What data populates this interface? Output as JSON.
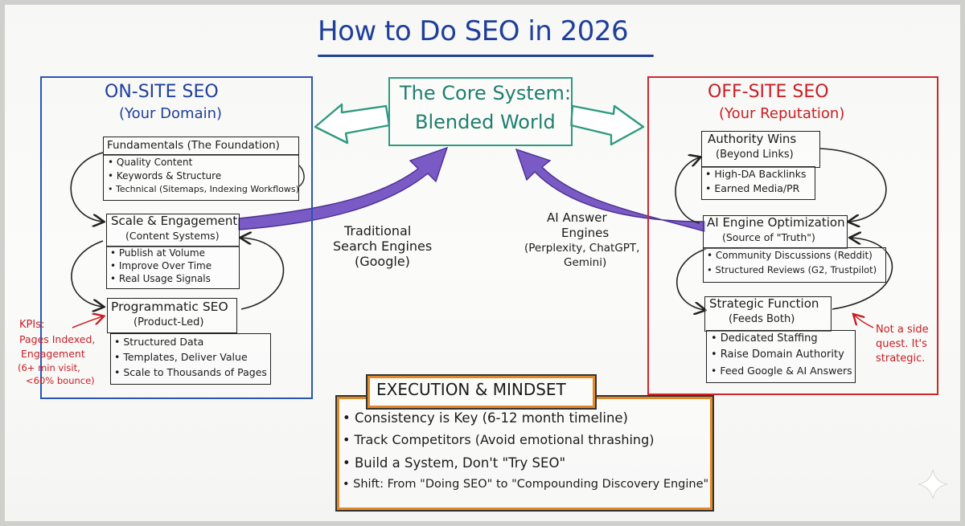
{
  "title": "How to Do SEO in 2026",
  "core": {
    "line1": "The Core System:",
    "line2": "Blended World"
  },
  "onsite": {
    "title": "ON-SITE SEO",
    "subtitle": "(Your Domain)",
    "fundamentals": {
      "header": "Fundamentals (The Foundation)",
      "items": [
        "• Quality Content",
        "• Keywords & Structure",
        "• Technical (Sitemaps, Indexing Workflows)"
      ]
    },
    "scale": {
      "header": "Scale & Engagement",
      "sub": "(Content Systems)",
      "items": [
        "• Publish at Volume",
        "• Improve Over Time",
        "• Real Usage Signals"
      ]
    },
    "programmatic": {
      "header": "Programmatic SEO",
      "sub": "(Product-Led)",
      "items": [
        "• Structured Data",
        "• Templates, Deliver Value",
        "• Scale to Thousands of Pages"
      ]
    }
  },
  "kpis": {
    "label": "KPIs:",
    "lines": [
      "Pages Indexed,",
      "Engagement",
      "(6+ min visit,",
      "<60% bounce)"
    ]
  },
  "traditional": {
    "lines": [
      "Traditional",
      "Search Engines",
      "(Google)"
    ]
  },
  "ai_answer": {
    "lines": [
      "AI Answer",
      "Engines",
      "(Perplexity, ChatGPT,",
      "Gemini)"
    ]
  },
  "offsite": {
    "title": "OFF-SITE SEO",
    "subtitle": "(Your Reputation)",
    "authority": {
      "header": "Authority Wins",
      "sub": "(Beyond Links)",
      "items": [
        "• High-DA Backlinks",
        "• Earned Media/PR"
      ]
    },
    "aieo": {
      "header": "AI Engine Optimization",
      "sub": "(Source of \"Truth\")",
      "items": [
        "• Community Discussions (Reddit)",
        "• Structured Reviews (G2, Trustpilot)"
      ]
    },
    "strategic": {
      "header": "Strategic Function",
      "sub": "(Feeds Both)",
      "items": [
        "• Dedicated Staffing",
        "• Raise Domain Authority",
        "• Feed Google & AI Answers"
      ]
    }
  },
  "side_note": {
    "lines": [
      "Not a side",
      "quest. It's",
      "strategic."
    ]
  },
  "execution": {
    "title": "EXECUTION & MINDSET",
    "items": [
      "• Consistency is Key (6-12 month timeline)",
      "• Track Competitors (Avoid emotional thrashing)",
      "• Build a System, Don't \"Try SEO\"",
      "• Shift: From \"Doing SEO\" to \"Compounding Discovery Engine\""
    ]
  },
  "colors": {
    "onsite": "#2856b8",
    "offsite": "#d0262b",
    "core": "#2f9a80",
    "arrows": "#6a48b8",
    "execution": "#e08a2a",
    "title": "#1f3f9a"
  }
}
